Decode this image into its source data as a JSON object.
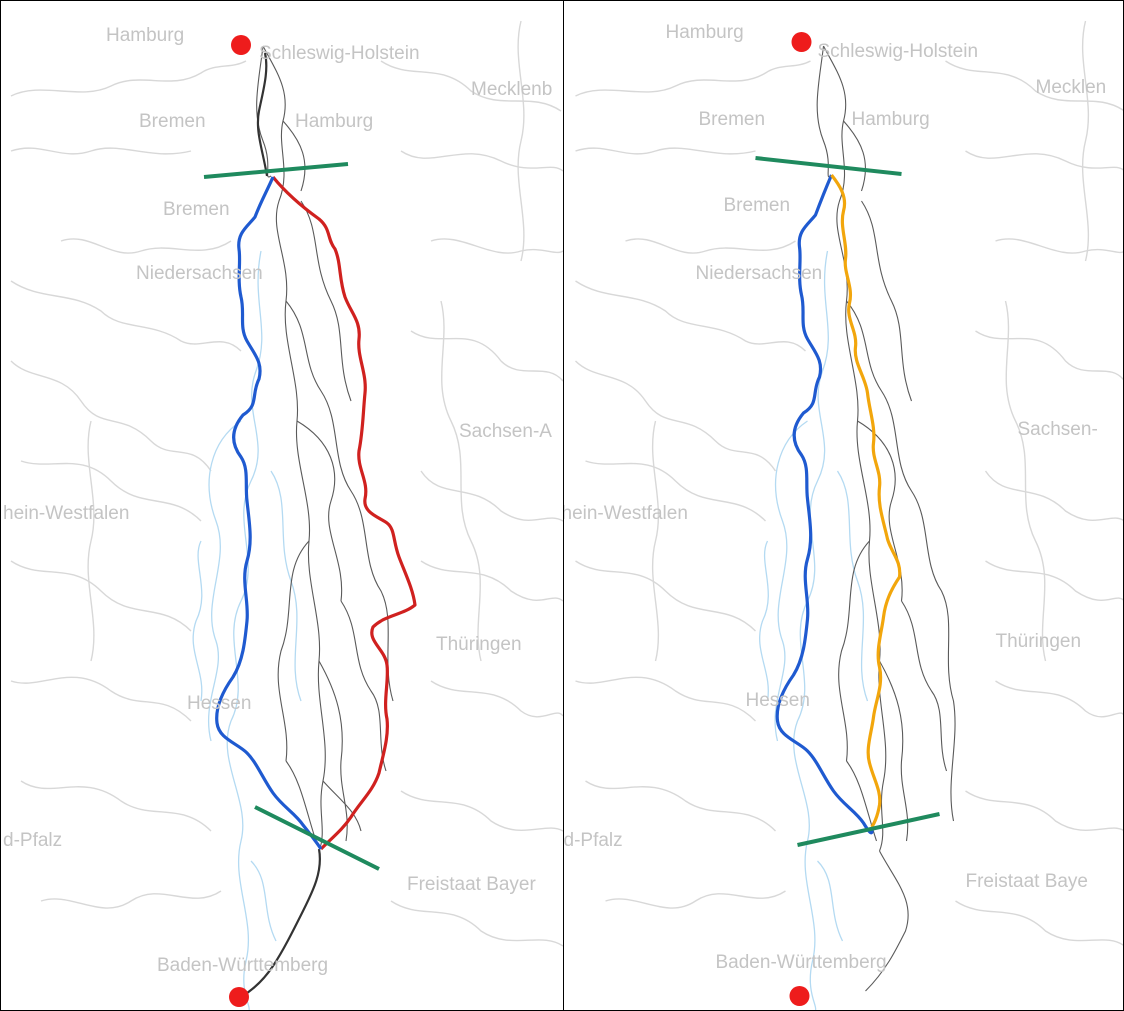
{
  "panels": [
    {
      "id": "left",
      "labels": {
        "hamburg_top": "Hamburg",
        "schleswig": "Schleswig-Holstein",
        "mecklenburg": "Mecklenb",
        "bremen_1": "Bremen",
        "hamburg_2": "Hamburg",
        "bremen_2": "Bremen",
        "niedersachsen": "Niedersachsen",
        "sachsen": "Sachsen-A",
        "westfalen": "hein-Westfalen",
        "thueringen": "Thüringen",
        "hessen": "Hessen",
        "pfalz": "d-Pfalz",
        "bayern": "Freistaat Bayer",
        "baden": "Baden-Württemberg"
      }
    },
    {
      "id": "right",
      "labels": {
        "hamburg_top": "Hamburg",
        "schleswig": "Schleswig-Holstein",
        "mecklenburg": "Mecklen",
        "bremen_1": "Bremen",
        "hamburg_2": "Hamburg",
        "bremen_2": "Bremen",
        "niedersachsen": "Niedersachsen",
        "sachsen": "Sachsen-",
        "westfalen": "hein-Westfalen",
        "thueringen": "Thüringen",
        "hessen": "Hessen",
        "pfalz": "d-Pfalz",
        "bayern": "Freistaat Baye",
        "baden": "Baden-Württemberg"
      }
    }
  ],
  "colors": {
    "route_left_primary": "#1f5ad0",
    "route_left_alternative": "#d0211f",
    "route_right_primary": "#1f5ad0",
    "route_right_alternative": "#f2a60c",
    "cut_line": "#1f8a5e",
    "endpoint": "#ee1c1c",
    "network": "#555555",
    "borders": "#d6d6d6",
    "rivers": "#a9d4ef"
  }
}
